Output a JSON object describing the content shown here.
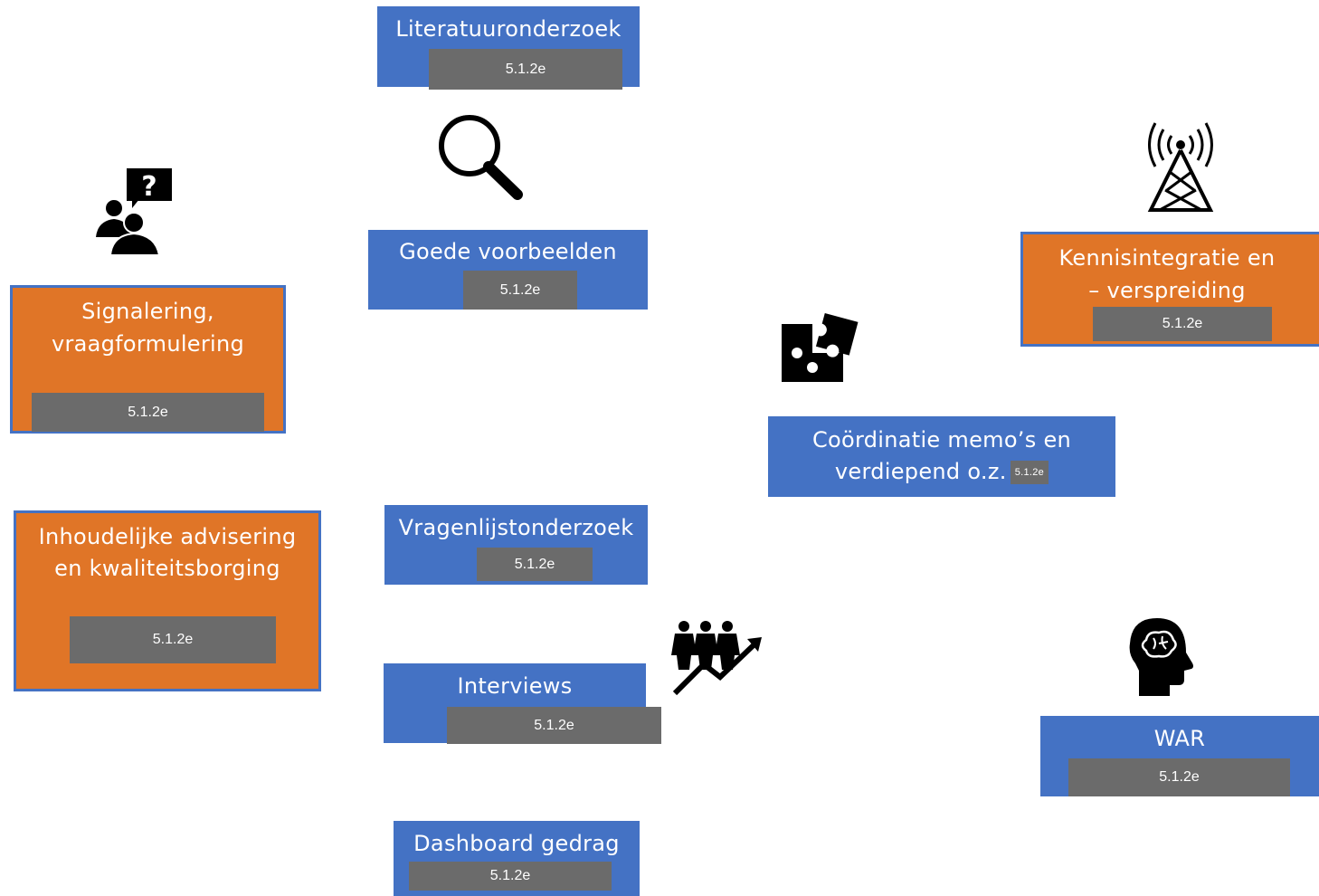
{
  "tag_code": "5.1.2e",
  "boxes": {
    "literatuur": "Literatuuronderzoek",
    "goede": "Goede voorbeelden",
    "signalering": [
      "Signalering,",
      "vraagformulering"
    ],
    "inhoudelijk": [
      "Inhoudelijke advisering",
      "en kwaliteitsborging"
    ],
    "vragenlijst": "Vragenlijstonderzoek",
    "interviews": "Interviews",
    "dashboard": "Dashboard gedrag",
    "coordinatie": [
      "Coördinatie memo’s en",
      "verdiepend o.z."
    ],
    "kennis": [
      "Kennisintegratie en",
      "– verspreiding"
    ],
    "war": "WAR"
  },
  "icons": [
    "magnifier-icon",
    "people-question-icon",
    "puzzle-icon",
    "radio-tower-icon",
    "people-growth-icon",
    "brain-head-icon"
  ],
  "colors": {
    "blue": "#4472c4",
    "orange": "#e07527",
    "tag": "#6b6b6b"
  }
}
